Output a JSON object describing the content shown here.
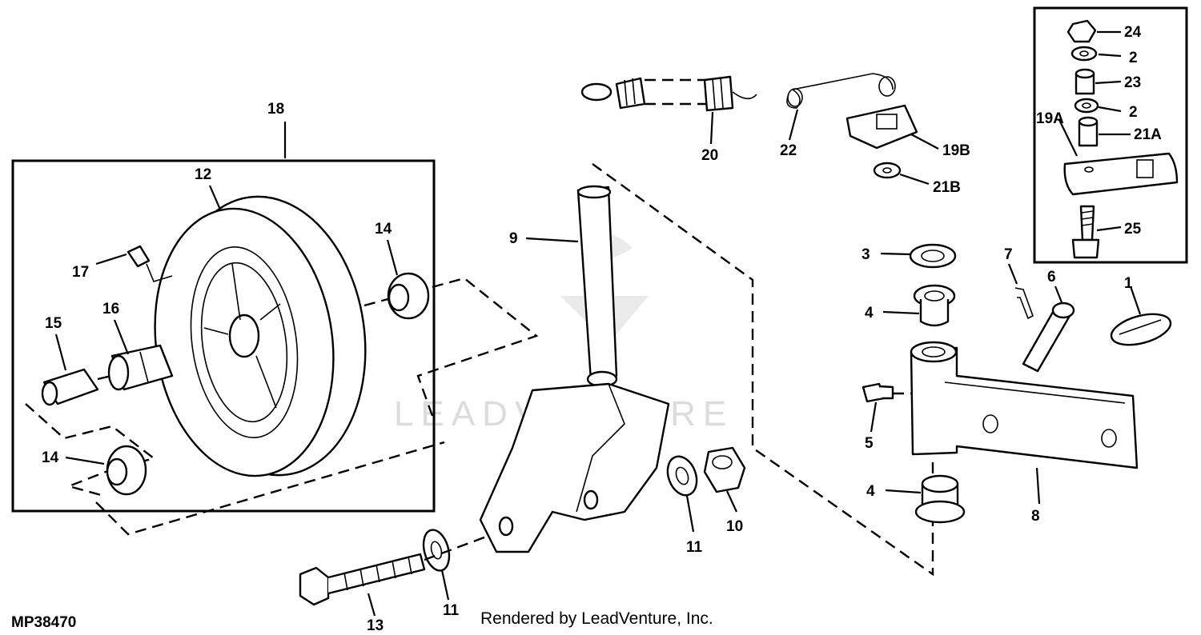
{
  "diagram": {
    "figure_code": "MP38470",
    "rendered_by": "Rendered by LeadVenture, Inc.",
    "watermark": "LEADVENTURE",
    "callouts": {
      "c1": "1",
      "c2a": "2",
      "c2b": "2",
      "c3": "3",
      "c4a": "4",
      "c4b": "4",
      "c5": "5",
      "c6": "6",
      "c7": "7",
      "c8": "8",
      "c9": "9",
      "c10": "10",
      "c11a": "11",
      "c11b": "11",
      "c12": "12",
      "c13": "13",
      "c14a": "14",
      "c14b": "14",
      "c15": "15",
      "c16": "16",
      "c17": "17",
      "c18": "18",
      "c19A": "19A",
      "c19B": "19B",
      "c20": "20",
      "c21A": "21A",
      "c21B": "21B",
      "c22": "22",
      "c23": "23",
      "c24": "24",
      "c25": "25"
    }
  }
}
